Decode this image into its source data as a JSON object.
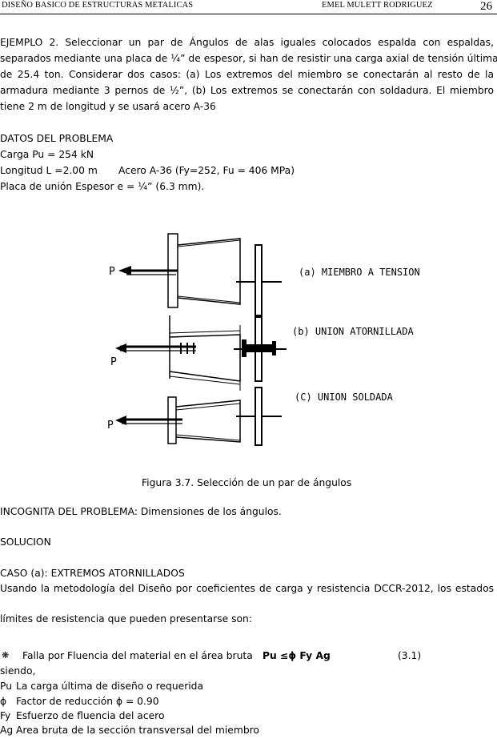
{
  "header": {
    "left": "DISEÑO BASICO DE ESTRUCTURAS METALICAS",
    "center": "EMEL MULETT RODRIGUEZ",
    "page_number": "26"
  },
  "example": {
    "lines": [
      "EJEMPLO 2.  Seleccionar un par de Ángulos de alas iguales colocados espalda con espaldas,",
      "separados mediante una placa de ¼” de espesor, si han de resistir una carga axial de tensión última",
      "de 25.4 ton.  Considerar dos casos: (a) Los extremos del miembro se conectarán al resto de la",
      "armadura mediante 3 pernos de ½”,   (b) Los extremos se conectarán con soldadura.  El miembro",
      "tiene 2 m de longitud y se usará acero A-36"
    ]
  },
  "datos": {
    "title": "DATOS DEL PROBLEMA",
    "carga": "Carga Pu = 254 kN",
    "longitud": "Longitud  L =2.00 m",
    "acero": "Acero  A-36  (Fy=252, Fu = 406 MPa)",
    "placa": "Placa de unión Espesor  e = ¼” (6.3 mm)."
  },
  "figure": {
    "load_label": "P",
    "label_a": "(a) MIEMBRO A TENSION",
    "label_b": "(b) UNION ATORNILLADA",
    "label_c": "(C) UNION  SOLDADA",
    "caption": "Figura 3.7.  Selección de un par de ángulos"
  },
  "incognita": "INCOGNITA DEL PROBLEMA: Dimensiones de los ángulos.",
  "solucion": "SOLUCION",
  "caso_a": " CASO (a): EXTREMOS ATORNILLADOS",
  "metodologia_1": "Usando la metodología del Diseño por coeficientes de carga y resistencia  DCCR-2012, los estados",
  "metodologia_2": "límites de resistencia que pueden presentarse son:",
  "falla": {
    "bullet": "❋",
    "text": "Falla por Fluencia del material en el área bruta",
    "formula": "Pu ≤ϕ Fy Ag",
    "eq_number": "(3.1)"
  },
  "siendo": "siendo,",
  "definitions": [
    {
      "sym": "Pu",
      "text": "La carga última de diseño o requerida"
    },
    {
      "sym": "ϕ",
      "text": "Factor de reducción   ϕ = 0.90"
    },
    {
      "sym": "Fy",
      "text": "Esfuerzo de fluencia del acero"
    },
    {
      "sym": "Ag",
      "text": "Area bruta de la sección transversal  del miembro"
    }
  ]
}
